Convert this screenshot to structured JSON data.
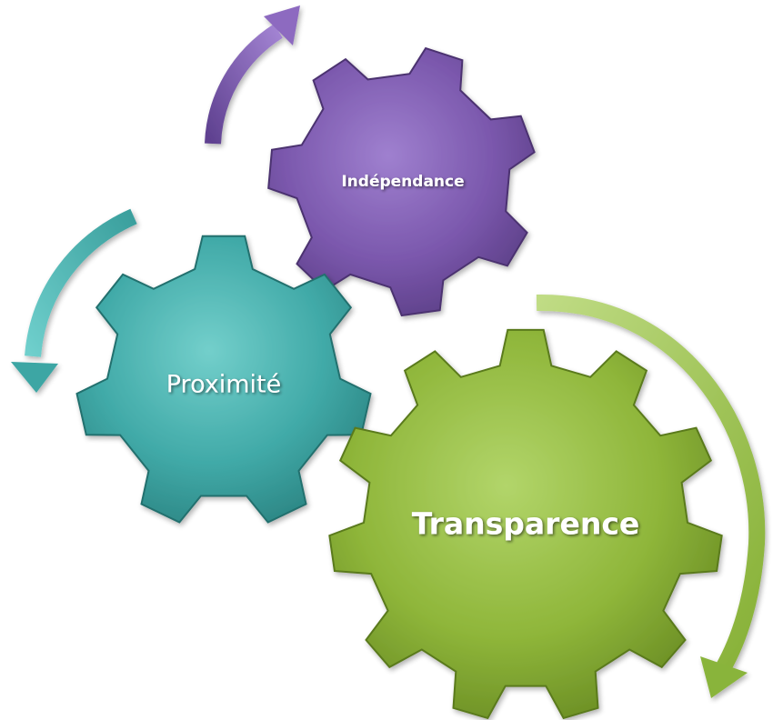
{
  "gears": [
    {
      "id": "purple",
      "label": "Indépendance",
      "color": "#7b58ad"
    },
    {
      "id": "teal",
      "label": "Proximité",
      "color": "#41aaa8"
    },
    {
      "id": "green",
      "label": "Transparence",
      "color": "#8fb63a"
    }
  ],
  "arrows": [
    {
      "id": "purple",
      "color": "#7c59ae"
    },
    {
      "id": "teal",
      "color": "#45b0ae"
    },
    {
      "id": "green",
      "color": "#94be45"
    }
  ]
}
